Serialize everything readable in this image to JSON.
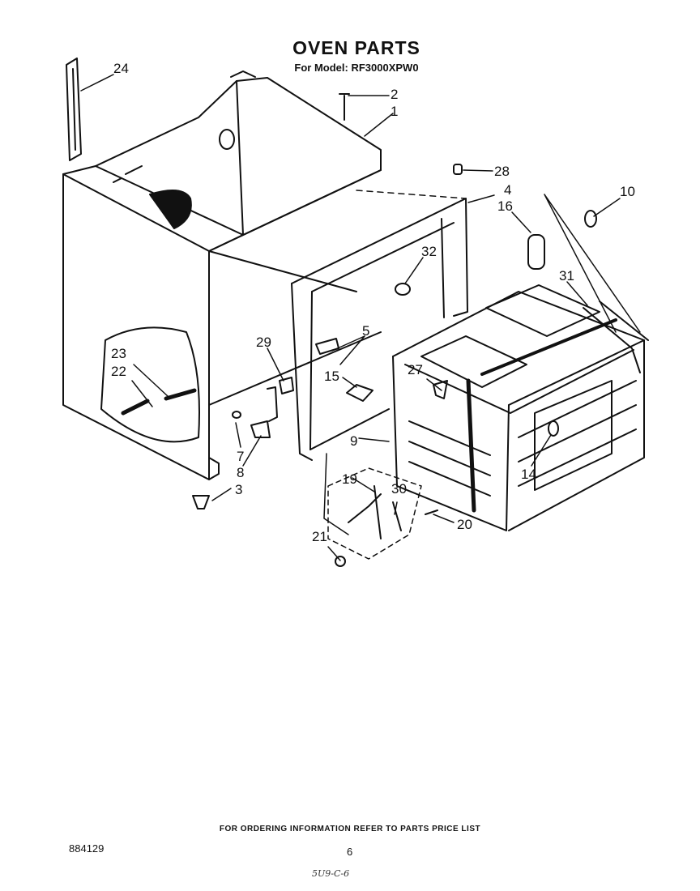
{
  "title": "OVEN PARTS",
  "subtitle": "For Model: RF3000XPW0",
  "footer_note": "FOR ORDERING INFORMATION REFER TO PARTS PRICE LIST",
  "doc_number": "884129",
  "page_number": "6",
  "handwritten_note": "5U9-C-6",
  "callouts": [
    "24",
    "2",
    "1",
    "28",
    "4",
    "10",
    "16",
    "32",
    "31",
    "5",
    "23",
    "22",
    "29",
    "27",
    "15",
    "9",
    "7",
    "8",
    "14",
    "19",
    "30",
    "20",
    "3",
    "21"
  ]
}
